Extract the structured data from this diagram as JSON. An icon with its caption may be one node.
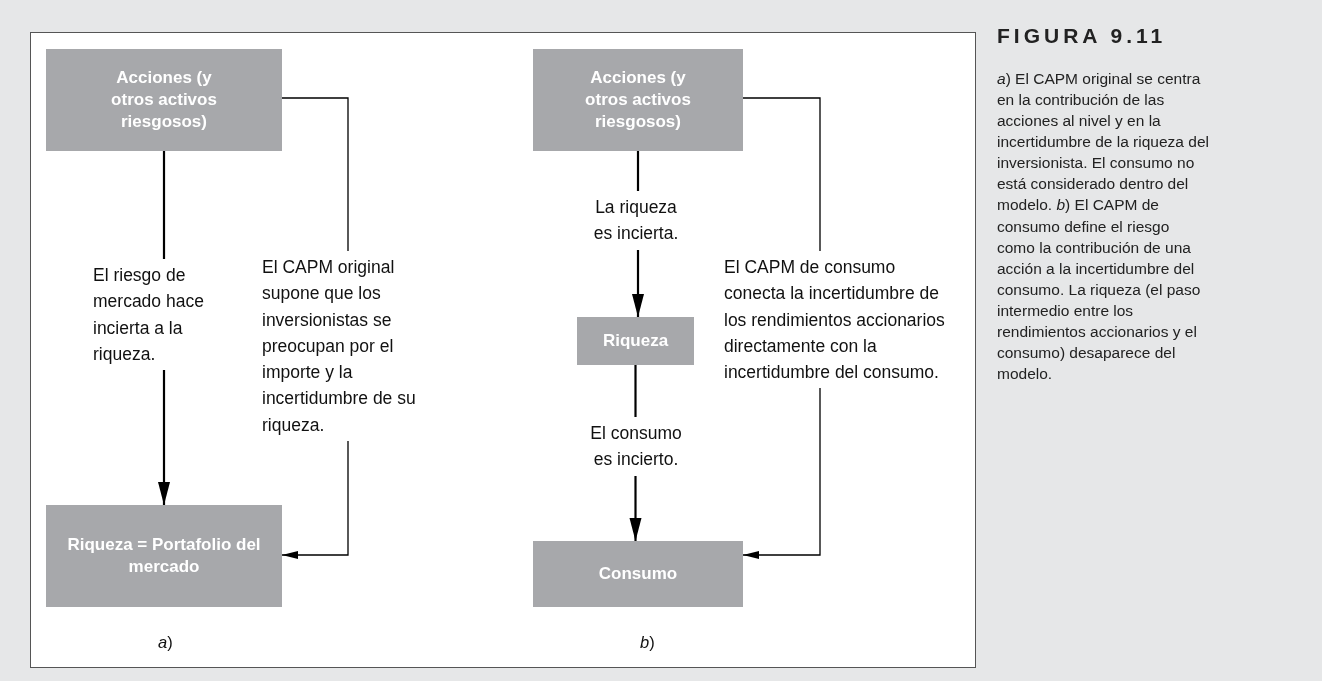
{
  "diagram": {
    "title": "FIGURA 9.11",
    "caption": "*a*) El CAPM original se centra en la contribución de las acciones al nivel y en la incertidumbre de la riqueza del inversionista. El consumo no está considerado dentro del modelo. *b*) El CAPM de consumo define el riesgo como la contribución de una acción a la incertidumbre del consumo. La riqueza (el paso intermedio entre los rendimientos accionarios y el consumo) desaparece del modelo.",
    "nodes": [
      {
        "text": [
          "Acciones (y otros activos riesgosos)"
        ]
      },
      {
        "text": [
          "Riqueza = Portafolio del mercado"
        ]
      },
      {
        "text": [
          "Acciones (y otros activos riesgosos)"
        ]
      },
      {
        "text": [
          "Riqueza"
        ]
      },
      {
        "text": [
          "Consumo"
        ]
      }
    ],
    "edges": [
      {
        "from": 0,
        "to": 1,
        "arrow": "to",
        "label": "El riesgo de mercado hace incierta a la riqueza."
      },
      {
        "from": 0,
        "to": 1,
        "arrow": "to",
        "label": "El CAPM original supone que los inversionistas se preocupan por el importe y la incertidumbre de su riqueza."
      },
      {
        "from": 2,
        "to": 3,
        "arrow": "to",
        "label": "La riqueza es incierta."
      },
      {
        "from": 3,
        "to": 4,
        "arrow": "to",
        "label": "El consumo es incierto."
      },
      {
        "from": 2,
        "to": 4,
        "arrow": "to",
        "label": "El CAPM de consumo conecta la incertidumbre de los rendimientos accionarios directamente con la incertidumbre del consumo."
      }
    ],
    "labels": [
      "*a*)",
      "*b*)"
    ]
  }
}
